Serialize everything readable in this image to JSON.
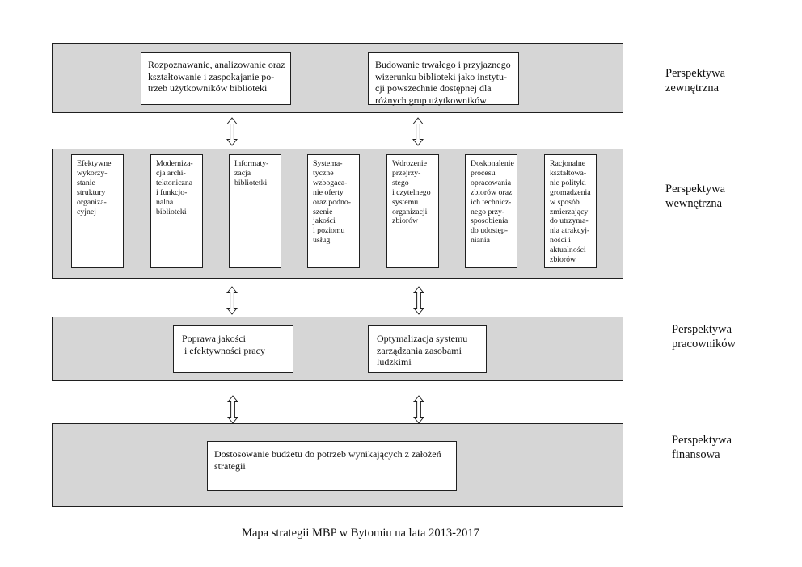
{
  "colors": {
    "background": "#ffffff",
    "band_fill": "#d6d6d6",
    "band_border": "#1f1f1f",
    "box_fill": "#ffffff",
    "box_border": "#1f1f1f",
    "text": "#111111"
  },
  "caption": "Mapa strategii MBP w Bytomiu na lata 2013-2017",
  "perspectives": [
    {
      "label": "Perspektywa\nzewnętrzna",
      "boxes": [
        "Rozpoznawanie, analizowanie oraz\nkształtowanie i zaspokajanie po-\ntrzeb użytkowników biblioteki",
        "Budowanie trwałego i przyjaznego\nwizerunku biblioteki jako instytu-\ncji powszechnie dostępnej dla\nróżnych grup użytkowników"
      ]
    },
    {
      "label": "Perspektywa\nwewnętrzna",
      "boxes": [
        "Efektywne\nwykorzy-\nstanie\nstruktury\norganiza-\ncyjnej",
        "Moderniza-\ncja archi-\ntektoniczna\ni funkcjo-\nnalna\nbiblioteki",
        "Informaty-\nzacja\nbibliotetki",
        "Systema-\ntyczne\nwzbogaca-\nnie oferty\noraz podno-\nszenie\njakości\ni poziomu\nusług",
        "Wdrożenie\nprzejrzy-\nstego\ni czytelnego\nsystemu\norganizacji\nzbiorów",
        "Doskonalenie\nprocesu\nopracowania\nzbiorów oraz\nich technicz-\nnego przy-\nsposobienia\ndo udostęp-\nniania",
        "Racjonalne\nkształtowa-\nnie polityki\ngromadzenia\nw sposób\nzmierzający\ndo utrzyma-\nnia atrakcyj-\nności i\naktualności\nzbiorów"
      ]
    },
    {
      "label": "Perspektywa\npracowników",
      "boxes": [
        "Poprawa jakości\n i efektywności pracy",
        "Optymalizacja systemu\nzarządzania zasobami\nludzkimi"
      ]
    },
    {
      "label": "Perspektywa\nfinansowa",
      "boxes": [
        "Dostosowanie budżetu do potrzeb wynikających z założeń\nstrategii"
      ]
    }
  ]
}
